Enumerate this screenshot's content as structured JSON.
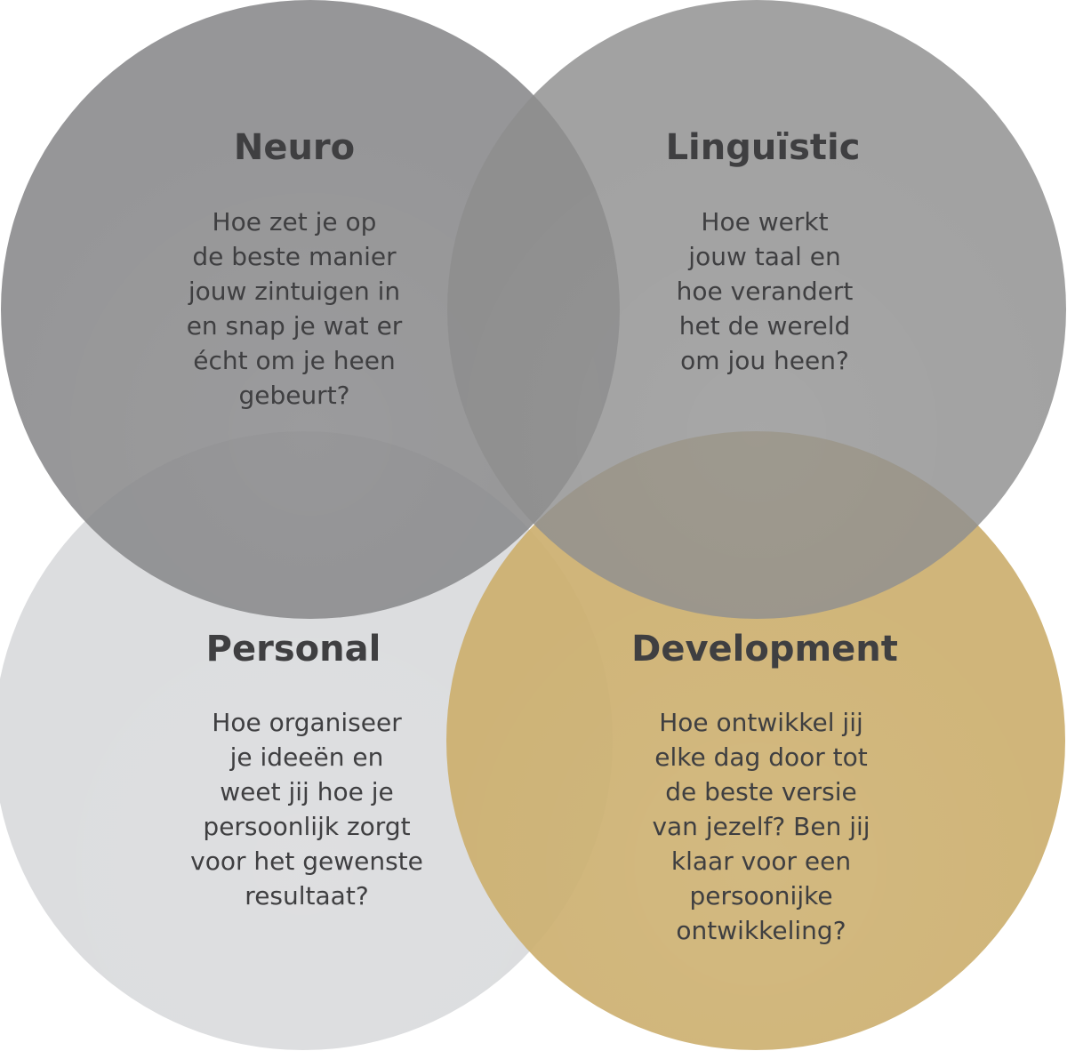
{
  "diagram": {
    "type": "venn-4",
    "circles": [
      {
        "id": "neuro",
        "title": "Neuro",
        "color": "#8f8f91",
        "lines": [
          "Hoe zet je op",
          "de beste manier",
          "jouw zintuigen in",
          "en snap je wat er",
          "écht om je heen",
          "gebeurt?"
        ]
      },
      {
        "id": "linguistic",
        "title": "Linguïstic",
        "color": "#a0a0a0",
        "lines": [
          "Hoe werkt",
          "jouw taal en",
          "hoe verandert",
          "het de wereld",
          "om jou heen?"
        ]
      },
      {
        "id": "personal",
        "title": "Personal",
        "color": "#dcdddf",
        "lines": [
          "Hoe organiseer",
          "je ideeën en",
          "weet jij hoe je",
          "persoonlijk zorgt",
          "voor het gewenste",
          "resultaat?"
        ]
      },
      {
        "id": "development",
        "title": "Development",
        "color": "#cdb070",
        "lines": [
          "Hoe ontwikkel jij",
          "elke dag door tot",
          "de beste versie",
          "van jezelf? Ben jij",
          "klaar voor een",
          "persoonijke",
          "ontwikkeling?"
        ]
      }
    ],
    "text_color": "#3f3f41"
  }
}
